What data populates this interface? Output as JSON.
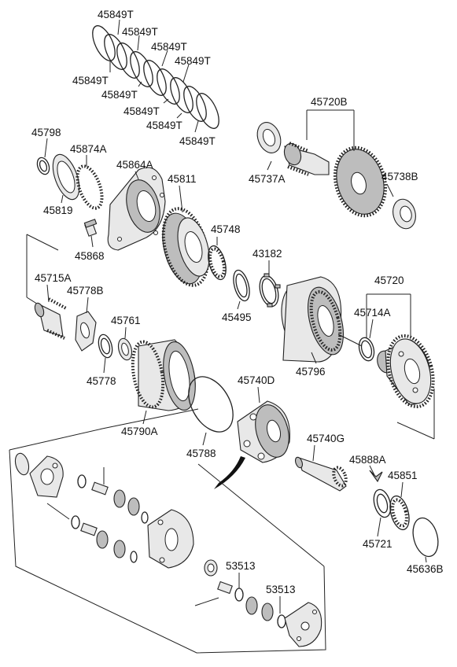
{
  "labels": {
    "p45849T_1": "45849T",
    "p45849T_2": "45849T",
    "p45849T_3": "45849T",
    "p45849T_4": "45849T",
    "p45849T_5": "45849T",
    "p45849T_6": "45849T",
    "p45849T_7": "45849T",
    "p45849T_8": "45849T",
    "p45849T_9": "45849T",
    "p45720B": "45720B",
    "p45798": "45798",
    "p45874A": "45874A",
    "p45864A": "45864A",
    "p45811": "45811",
    "p45737A": "45737A",
    "p45738B": "45738B",
    "p45819": "45819",
    "p45748": "45748",
    "p45868": "45868",
    "p43182": "43182",
    "p45715A": "45715A",
    "p45778B": "45778B",
    "p45720": "45720",
    "p45495": "45495",
    "p45714A": "45714A",
    "p45761": "45761",
    "p45778": "45778",
    "p45796": "45796",
    "p45740D": "45740D",
    "p45790A": "45790A",
    "p45788": "45788",
    "p45740G": "45740G",
    "p45888A": "45888A",
    "p45851": "45851",
    "p45721": "45721",
    "p45636B": "45636B",
    "p53513_1": "53513",
    "p53513_2": "53513"
  }
}
